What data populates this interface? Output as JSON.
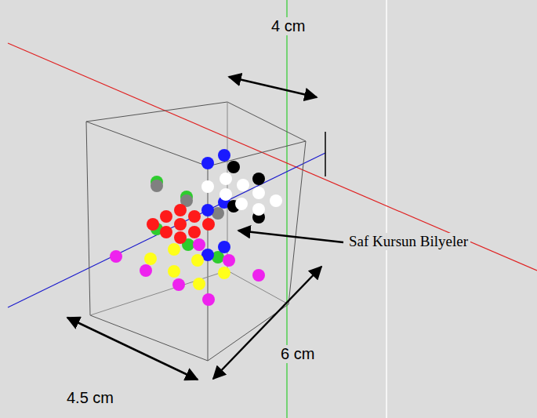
{
  "diagram": {
    "labels": [
      "4 cm",
      "Saf Kursun Bilyeler",
      "6 cm",
      "4.5 cm"
    ]
  }
}
